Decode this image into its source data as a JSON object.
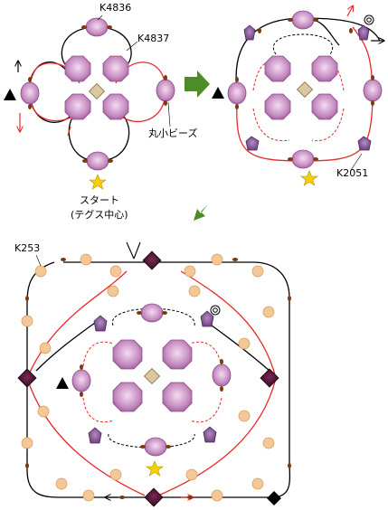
{
  "diagram": {
    "labels": {
      "k4836": "K4836",
      "k4837": "K4837",
      "maru_small_beads": "丸小ビーズ",
      "start": "スタート",
      "start_sub": "(テグス中心)",
      "k2051": "K2051",
      "k253": "K253"
    },
    "colors": {
      "thread_black": "#000000",
      "thread_red": "#e8292b",
      "bead_pink": "#c17ab8",
      "bead_pink_light": "#e7c5e2",
      "bead_purple": "#7d4f8d",
      "bead_dark": "#4a1030",
      "bead_orange": "#f4c796",
      "small_bead": "#7a3a10",
      "arrow_green": "#4e8c2a",
      "star": "#f5d000",
      "center": "#d9c8a0"
    },
    "icons": {
      "step_arrow": "green-block-arrow",
      "start_marker": "star",
      "end_marker": "double-circle",
      "left_marker": "black-triangle",
      "corner_marker": "black-diamond"
    }
  }
}
